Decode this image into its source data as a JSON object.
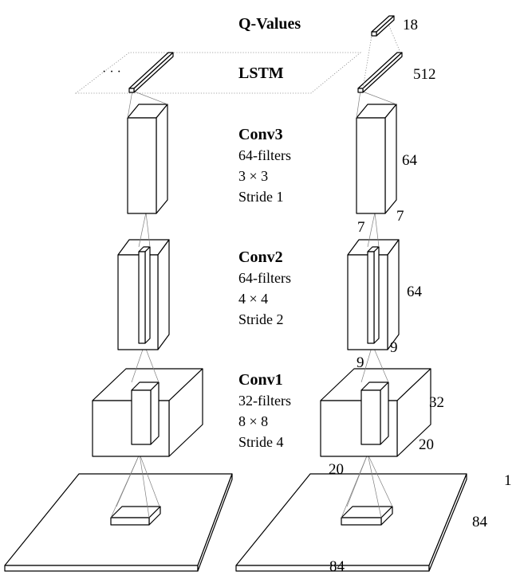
{
  "layers": {
    "qvalues": {
      "title": "Q-Values",
      "size": "18"
    },
    "lstm": {
      "title": "LSTM",
      "size": "512",
      "ellipsis": "· · ·"
    },
    "conv3": {
      "title": "Conv3",
      "filters": "64-filters",
      "kernel": "3 × 3",
      "stride": "Stride 1",
      "depth": "64",
      "w": "7",
      "h": "7"
    },
    "conv2": {
      "title": "Conv2",
      "filters": "64-filters",
      "kernel": "4 × 4",
      "stride": "Stride 2",
      "depth": "64",
      "w": "9",
      "h": "9"
    },
    "conv1": {
      "title": "Conv1",
      "filters": "32-filters",
      "kernel": "8 × 8",
      "stride": "Stride 4",
      "depth": "32",
      "w": "20",
      "h": "20"
    },
    "input": {
      "depth": "1",
      "w": "84",
      "h": "84"
    }
  }
}
